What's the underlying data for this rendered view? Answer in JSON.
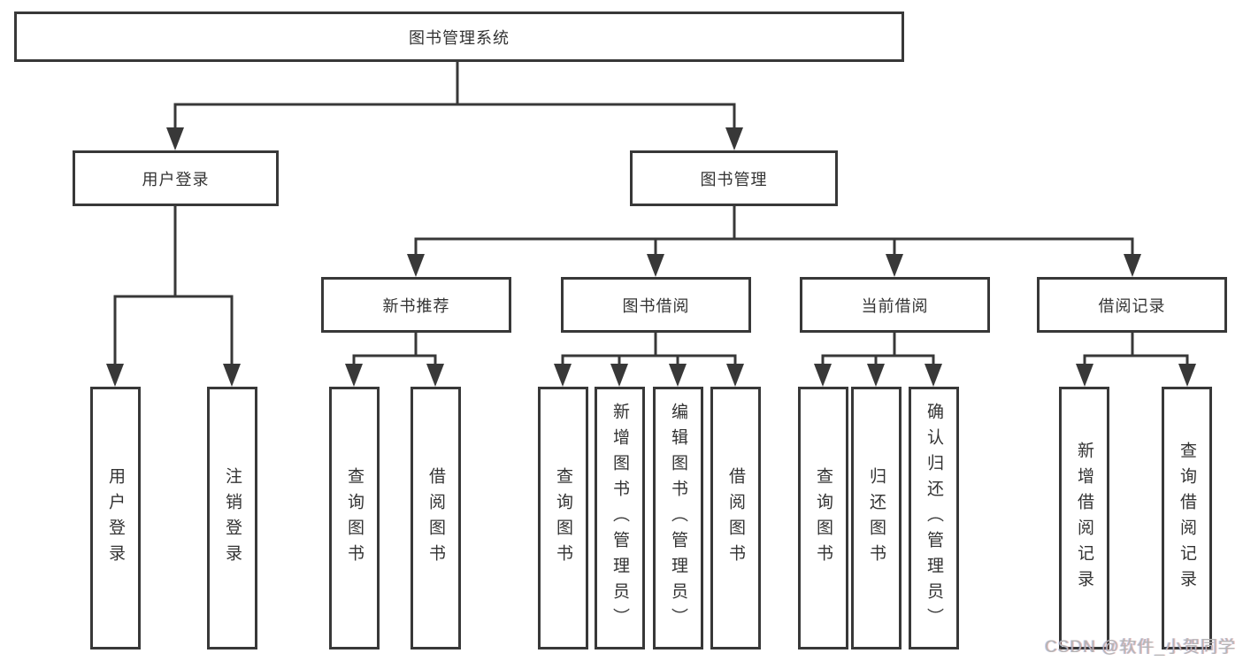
{
  "colors": {
    "line": "#383838",
    "node_border": "#383838",
    "node_text": "#333333",
    "background": "#ffffff",
    "watermark": "#b5b5b5"
  },
  "tree": {
    "label": "图书管理系统",
    "children": [
      {
        "label": "用户登录",
        "children": [
          {
            "label": "用户登录"
          },
          {
            "label": "注销登录"
          }
        ]
      },
      {
        "label": "图书管理",
        "children": [
          {
            "label": "新书推荐",
            "children": [
              {
                "label": "查询图书"
              },
              {
                "label": "借阅图书"
              }
            ]
          },
          {
            "label": "图书借阅",
            "children": [
              {
                "label": "查询图书"
              },
              {
                "label": "新增图书（管理员）"
              },
              {
                "label": "编辑图书（管理员）"
              },
              {
                "label": "借阅图书"
              }
            ]
          },
          {
            "label": "当前借阅",
            "children": [
              {
                "label": "查询图书"
              },
              {
                "label": "归还图书"
              },
              {
                "label": "确认归还（管理员）"
              }
            ]
          },
          {
            "label": "借阅记录",
            "children": [
              {
                "label": "新增借阅记录"
              },
              {
                "label": "查询借阅记录"
              }
            ]
          }
        ]
      }
    ]
  },
  "watermark": {
    "text": "CSDN @软件_小贺同学"
  }
}
